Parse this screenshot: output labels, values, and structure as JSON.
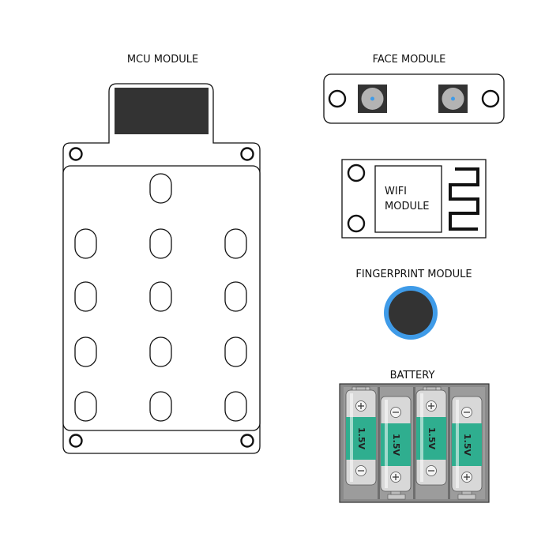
{
  "labels": {
    "mcu": "MCU MODULE",
    "face": "FACE MODULE",
    "wifi_line1": "WIFI",
    "wifi_line2": "MODULE",
    "fingerprint": "FINGERPRINT MODULE",
    "battery": "BATTERY"
  },
  "battery": {
    "cells": [
      {
        "label": "1.5V"
      },
      {
        "label": "1.5V"
      },
      {
        "label": "1.5V"
      },
      {
        "label": "1.5V"
      }
    ]
  },
  "colors": {
    "outline": "#111111",
    "dark_fill": "#333333",
    "sensor_gray": "#b3b3b3",
    "accent_blue": "#3f9be8",
    "battery_green": "#2fae8f",
    "battery_silver": "#d8d8d8",
    "holder_gray": "#8a8a8a"
  },
  "icons": {
    "wifi_antenna": "meander-antenna-icon",
    "fingerprint_sensor": "circular-sensor-icon",
    "face_camera": "camera-lens-icon"
  }
}
